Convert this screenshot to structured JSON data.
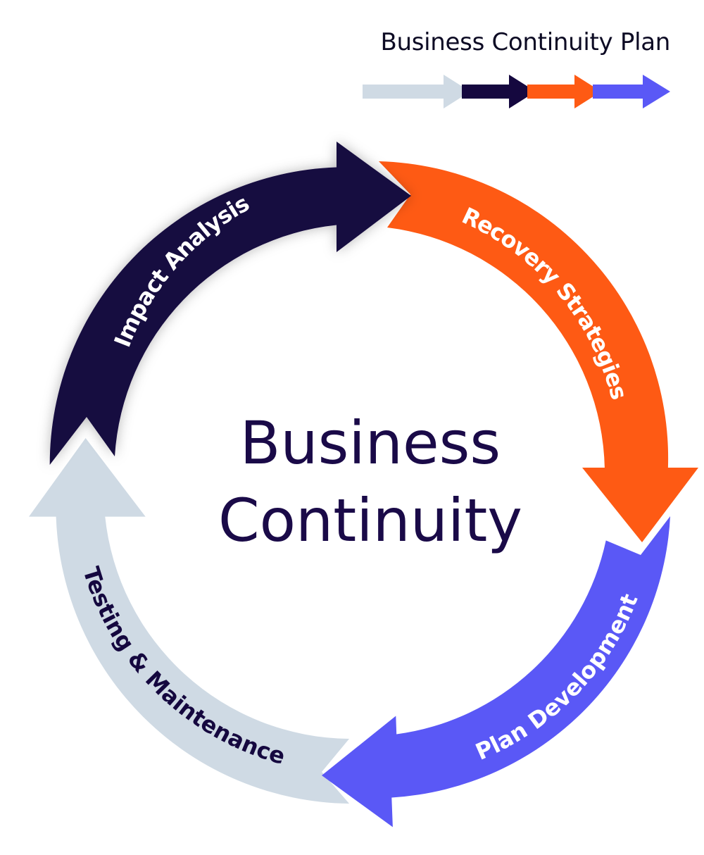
{
  "legend": {
    "title": "Business Continuity Plan",
    "colors": [
      "#cfdae4",
      "#15083f",
      "#fe5a14",
      "#5a58f6"
    ]
  },
  "center": {
    "line1": "Business",
    "line2": "Continuity",
    "color": "#1a0a48"
  },
  "cycle": [
    {
      "label": "Impact Analysis",
      "color": "#15083f",
      "text_color": "#ffffff"
    },
    {
      "label": "Recovery Strategies",
      "color": "#fe5a14",
      "text_color": "#ffffff"
    },
    {
      "label": "Plan Development",
      "color": "#5a58f6",
      "text_color": "#ffffff"
    },
    {
      "label": "Testing & Maintenance",
      "color": "#cfdae4",
      "text_color": "#15083f"
    }
  ]
}
